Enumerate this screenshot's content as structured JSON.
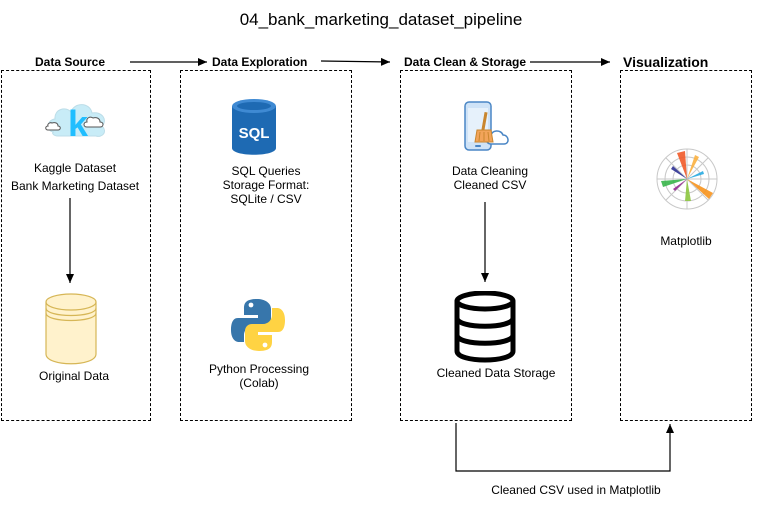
{
  "title": "04_bank_marketing_dataset_pipeline",
  "stages": {
    "source": "Data Source",
    "exploration": "Data Exploration",
    "clean": "Data Clean & Storage",
    "viz": "Visualization"
  },
  "nodes": {
    "kaggle": {
      "line1": "Kaggle Dataset",
      "line2": "Bank Marketing Dataset",
      "icon": "kaggle-icon"
    },
    "original": {
      "line1": "Original Data",
      "icon": "database-cylinder-icon"
    },
    "sql": {
      "line1": "SQL Queries",
      "line2": "Storage Format:",
      "line3": "SQLite / CSV",
      "icon_text": "SQL"
    },
    "python": {
      "line1": "Python Processing",
      "line2": "(Colab)",
      "icon": "python-icon"
    },
    "cleaning": {
      "line1": "Data Cleaning",
      "line2": "Cleaned CSV",
      "icon": "data-cleaning-icon"
    },
    "storage": {
      "line1": "Cleaned Data Storage",
      "icon": "database-stack-icon"
    },
    "matplotlib": {
      "line1": "Matplotlib",
      "icon": "matplotlib-icon"
    }
  },
  "edge_label": "Cleaned CSV used in Matplotlib",
  "colors": {
    "kaggle": "#20beff",
    "sql_bg": "#1e6ab3",
    "python_blue": "#3776ab",
    "python_yellow": "#ffd343",
    "cylinder_fill": "#fff2cc",
    "cylinder_stroke": "#d6b656"
  }
}
